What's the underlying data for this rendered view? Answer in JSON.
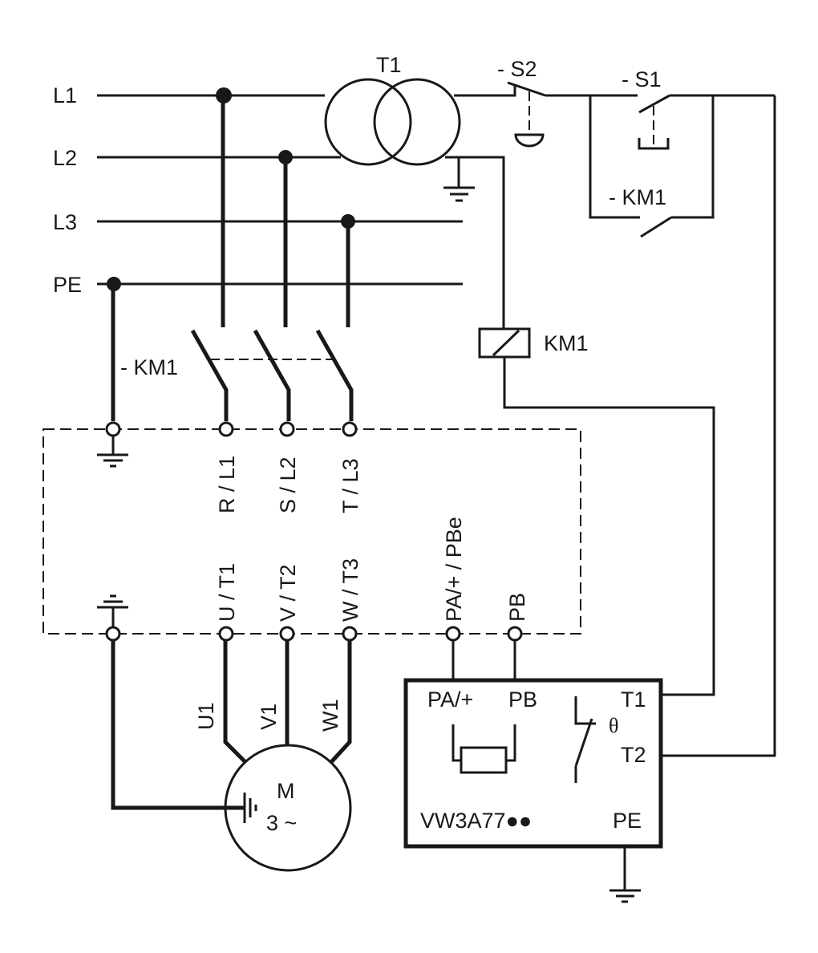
{
  "diagram": {
    "title": "Drive wiring diagram with braking resistor",
    "colors": {
      "line": "#1a171b",
      "drive_fill": "#d9dcdd",
      "background": "#ffffff"
    },
    "supply_lines": [
      "L1",
      "L2",
      "L3",
      "PE"
    ],
    "transformer": {
      "label": "T1"
    },
    "emergency_stop": {
      "label": "- S2"
    },
    "start_button": {
      "label": "- S1"
    },
    "hold_contact": {
      "label": "- KM1"
    },
    "main_contactor": {
      "label": "- KM1"
    },
    "contactor_coil": {
      "label": "KM1"
    },
    "drive": {
      "input_terminals": [
        "R / L1",
        "S / L2",
        "T / L3"
      ],
      "output_terminals": [
        "U / T1",
        "V / T2",
        "W / T3"
      ],
      "dc_terminals": [
        "PA/+ / PBe",
        "PB"
      ]
    },
    "motor": {
      "label": "M",
      "phase_label": "3 ~",
      "leads": [
        "U1",
        "V1",
        "W1"
      ]
    },
    "braking_resistor": {
      "model": "VW3A77",
      "model_suffix": "●●",
      "terminals": {
        "pa": "PA/+",
        "pb": "PB",
        "t1": "T1",
        "t2": "T2",
        "pe": "PE"
      },
      "thermal_symbol": "θ"
    }
  }
}
